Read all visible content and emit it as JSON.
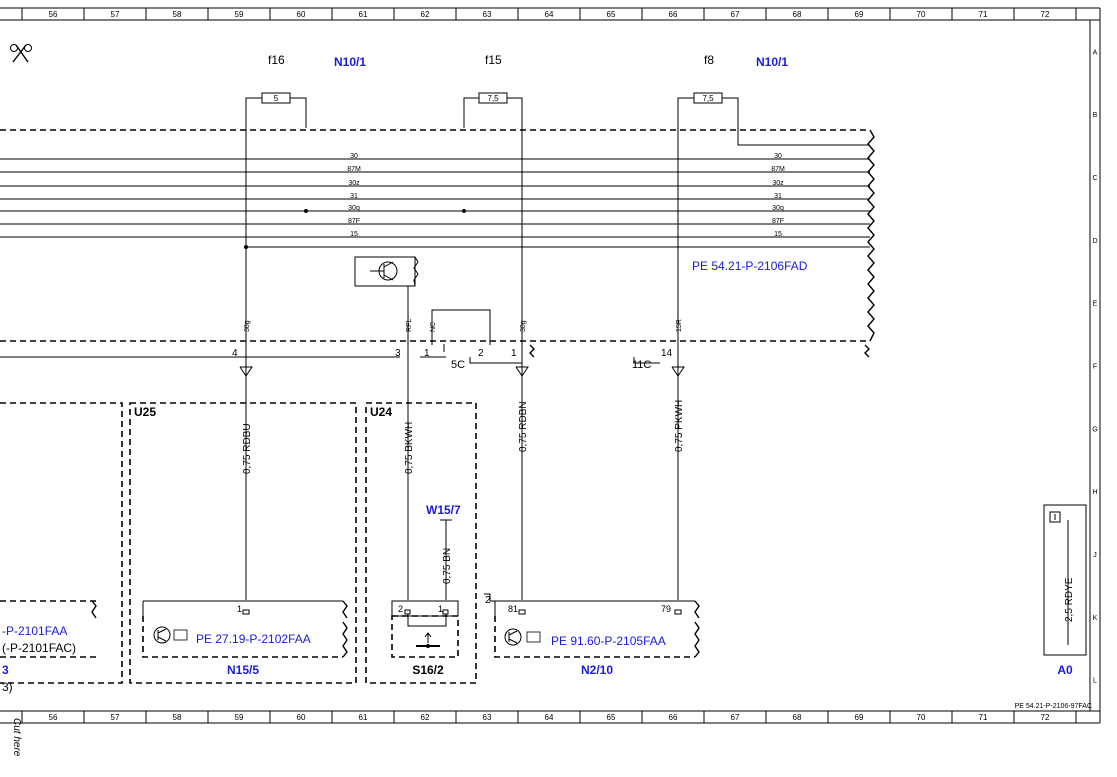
{
  "grid": {
    "columns": [
      "56",
      "57",
      "58",
      "59",
      "60",
      "61",
      "62",
      "63",
      "64",
      "65",
      "66",
      "67",
      "68",
      "69",
      "70",
      "71",
      "72"
    ],
    "rows": [
      "A",
      "B",
      "C",
      "D",
      "E",
      "F",
      "G",
      "H",
      "J",
      "K",
      "L"
    ]
  },
  "fuses": [
    {
      "id": "f16",
      "rating": "5",
      "module": "N10/1"
    },
    {
      "id": "f15",
      "rating": "7,5"
    },
    {
      "id": "f8",
      "rating": "7,5",
      "module": "N10/1"
    }
  ],
  "bus_lines": [
    "30",
    "87M",
    "30z",
    "31",
    "30g",
    "87F",
    "15"
  ],
  "ref_top": "PE 54.21-P-2106FAD",
  "wire_tags": {
    "w1": "30g",
    "w2": "RFL",
    "w3": "NC",
    "w4": "30g",
    "w5": "15R"
  },
  "connector": {
    "pins": {
      "p4": "4",
      "p3": "3",
      "p1a": "1",
      "p2": "2",
      "p1b": "1",
      "p14": "14"
    },
    "c5": "5C",
    "c11": "11C"
  },
  "wires": {
    "w1": "0,75 RDBU",
    "w2": "0,75 BKWH",
    "w4": "0,75 RDBN",
    "w5": "0,75 PKWH",
    "w15": "0,75 BN"
  },
  "groups": {
    "u25": "U25",
    "u24": "U24"
  },
  "ground": "W15/7",
  "modules": {
    "n15_5": {
      "name": "N15/5",
      "ref": "PE 27.19-P-2102FAA",
      "pin": "1"
    },
    "s16_2": {
      "name": "S16/2",
      "pin1": "2",
      "pin2": "1"
    },
    "n2_10": {
      "name": "N2/10",
      "ref": "PE 91.60-P-2105FAA",
      "pin1": "81",
      "pin2": "79",
      "num": "2"
    }
  },
  "left_partial": {
    "line1": "-P-2101FAA",
    "line2": "(-P-2101FAC)",
    "line3": "3",
    "line4": "3)"
  },
  "info_box": {
    "wire": "2,5 RDYE",
    "name": "A0"
  },
  "doc_id": "PE 54.21-P-2106-97FAC",
  "cut_here": "Cut here"
}
